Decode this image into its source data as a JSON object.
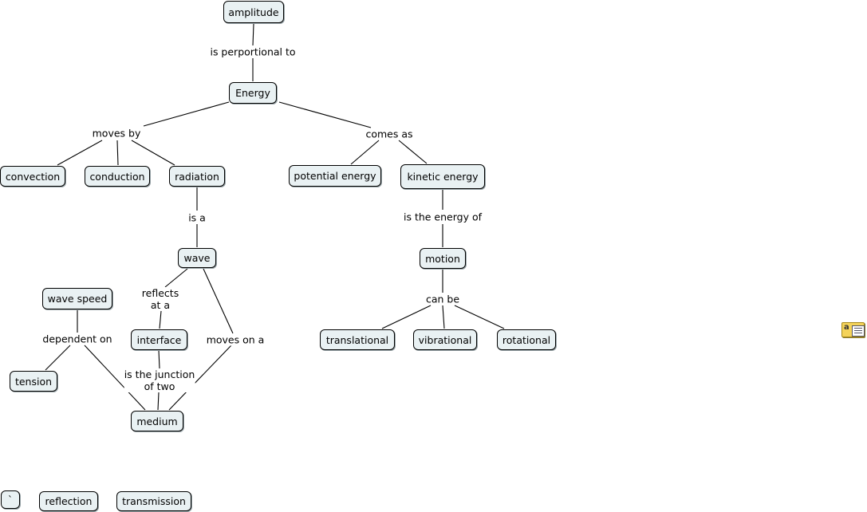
{
  "concepts": {
    "amplitude": "amplitude",
    "energy": "Energy",
    "convection": "convection",
    "conduction": "conduction",
    "radiation": "radiation",
    "potential_energy": "potential energy",
    "kinetic_energy": "kinetic energy",
    "wave": "wave",
    "motion": "motion",
    "wave_speed": "wave speed",
    "interface": "interface",
    "translational": "translational",
    "vibrational": "vibrational",
    "rotational": "rotational",
    "tension": "tension",
    "medium": "medium",
    "backtick": "`",
    "reflection": "reflection",
    "transmission": "transmission"
  },
  "links": {
    "is_perportional_to": "is perportional to",
    "moves_by": "moves by",
    "comes_as": "comes as",
    "is_a": "is a",
    "is_the_energy_of": "is the energy of",
    "reflects_at_a": "reflects\nat a",
    "can_be": "can be",
    "dependent_on": "dependent on",
    "moves_on_a": "moves on a",
    "is_the_junction_of_two": "is the junction\nof two"
  },
  "resource_icon": "attached-resource-icon"
}
